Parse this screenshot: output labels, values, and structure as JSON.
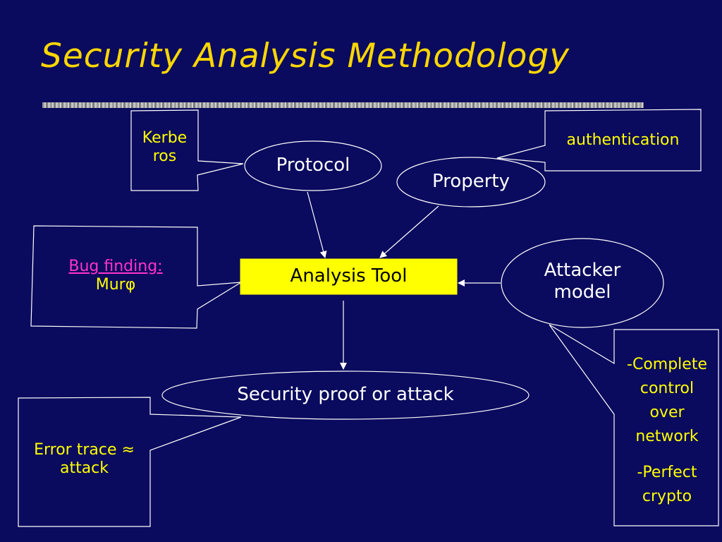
{
  "title": "Security Analysis Methodology",
  "nodes": {
    "protocol": "Protocol",
    "property": "Property",
    "analysis_tool": "Analysis Tool",
    "attacker_model_line1": "Attacker",
    "attacker_model_line2": "model",
    "result": "Security proof or attack"
  },
  "callouts": {
    "kerberos_line1": "Kerbe",
    "kerberos_line2": "ros",
    "authentication": "authentication",
    "bug_finding_link": "Bug finding:",
    "murphi": "Murφ",
    "error_trace_line1": "Error trace ≈",
    "error_trace_line2": "attack",
    "attacker_assumptions": [
      "-Complete",
      "control",
      "over",
      "network",
      "-Perfect",
      "crypto"
    ]
  },
  "colors": {
    "background": "#0a0a5e",
    "title": "#ffd700",
    "callout_text": "#ffff00",
    "node_text": "#ffffff",
    "analysis_tool_fill": "#ffff00",
    "link": "#ff33cc",
    "lines": "#ffffff"
  }
}
